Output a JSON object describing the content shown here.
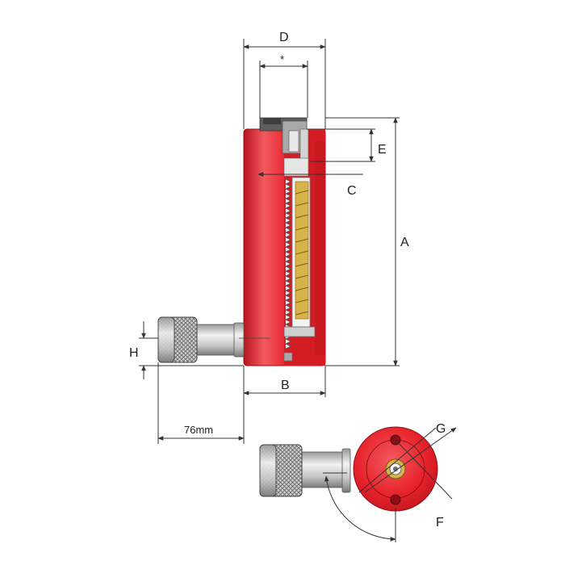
{
  "labels": {
    "D": "D",
    "star": "*",
    "E": "E",
    "C": "C",
    "A": "A",
    "H": "H",
    "B": "B",
    "port_offset": "76mm",
    "G": "G",
    "F": "F"
  },
  "colors": {
    "body_red": "#e8212b",
    "body_red_dark": "#b8151d",
    "body_red_light": "#f25a5f",
    "steel_light": "#e2e2e2",
    "steel_mid": "#b5b5b5",
    "steel_dark": "#6e6e6e",
    "spring_gold": "#d8b34a",
    "line": "#333333"
  }
}
